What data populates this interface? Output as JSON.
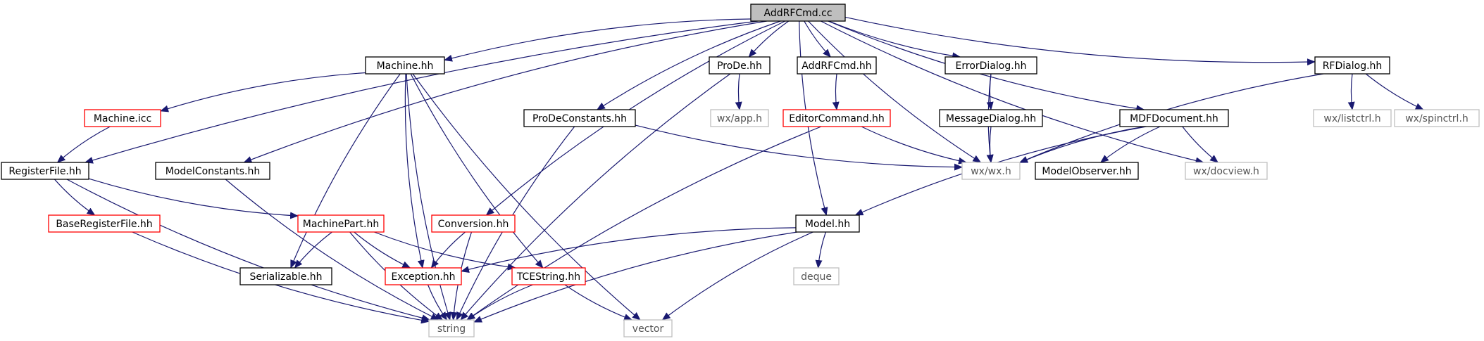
{
  "colors": {
    "edge": "#191970",
    "box_normal": "#000000",
    "box_incomplete": "#ff0000",
    "box_external": "#bfbfbf",
    "root_fill": "#bfbfbf",
    "background": "#ffffff"
  },
  "nodes": [
    {
      "id": "addrfcmd_cc",
      "label": "AddRFCmd.cc",
      "style": "root"
    },
    {
      "id": "machine_hh",
      "label": "Machine.hh",
      "style": "normal"
    },
    {
      "id": "prode_hh",
      "label": "ProDe.hh",
      "style": "normal"
    },
    {
      "id": "addrfcmd_hh",
      "label": "AddRFCmd.hh",
      "style": "normal"
    },
    {
      "id": "errordialog_hh",
      "label": "ErrorDialog.hh",
      "style": "normal"
    },
    {
      "id": "rfdialog_hh",
      "label": "RFDialog.hh",
      "style": "normal"
    },
    {
      "id": "machine_icc",
      "label": "Machine.icc",
      "style": "incomplete"
    },
    {
      "id": "wx_app_h",
      "label": "wx/app.h",
      "style": "external"
    },
    {
      "id": "prodeconstants_hh",
      "label": "ProDeConstants.hh",
      "style": "normal"
    },
    {
      "id": "editorcommand_hh",
      "label": "EditorCommand.hh",
      "style": "incomplete"
    },
    {
      "id": "messagedialog_hh",
      "label": "MessageDialog.hh",
      "style": "normal"
    },
    {
      "id": "mdfdocument_hh",
      "label": "MDFDocument.hh",
      "style": "normal"
    },
    {
      "id": "wx_listctrl_h",
      "label": "wx/listctrl.h",
      "style": "external"
    },
    {
      "id": "wx_spinctrl_h",
      "label": "wx/spinctrl.h",
      "style": "external"
    },
    {
      "id": "registerfile_hh",
      "label": "RegisterFile.hh",
      "style": "normal"
    },
    {
      "id": "modelconstants_hh",
      "label": "ModelConstants.hh",
      "style": "normal"
    },
    {
      "id": "wx_wx_h",
      "label": "wx/wx.h",
      "style": "external"
    },
    {
      "id": "modelobserver_hh",
      "label": "ModelObserver.hh",
      "style": "normal"
    },
    {
      "id": "wx_docview_h",
      "label": "wx/docview.h",
      "style": "external"
    },
    {
      "id": "baseregisterfile_hh",
      "label": "BaseRegisterFile.hh",
      "style": "incomplete"
    },
    {
      "id": "machinepart_hh",
      "label": "MachinePart.hh",
      "style": "incomplete"
    },
    {
      "id": "conversion_hh",
      "label": "Conversion.hh",
      "style": "incomplete"
    },
    {
      "id": "model_hh",
      "label": "Model.hh",
      "style": "normal"
    },
    {
      "id": "serializable_hh",
      "label": "Serializable.hh",
      "style": "normal"
    },
    {
      "id": "exception_hh",
      "label": "Exception.hh",
      "style": "incomplete"
    },
    {
      "id": "tcestring_hh",
      "label": "TCEString.hh",
      "style": "incomplete"
    },
    {
      "id": "deque",
      "label": "deque",
      "style": "external"
    },
    {
      "id": "string",
      "label": "string",
      "style": "external"
    },
    {
      "id": "vector",
      "label": "vector",
      "style": "external"
    }
  ],
  "edges": [
    [
      "addrfcmd_cc",
      "machine_hh"
    ],
    [
      "addrfcmd_cc",
      "prode_hh"
    ],
    [
      "addrfcmd_cc",
      "addrfcmd_hh"
    ],
    [
      "addrfcmd_cc",
      "errordialog_hh"
    ],
    [
      "addrfcmd_cc",
      "rfdialog_hh"
    ],
    [
      "addrfcmd_cc",
      "prodeconstants_hh"
    ],
    [
      "addrfcmd_cc",
      "mdfdocument_hh"
    ],
    [
      "addrfcmd_cc",
      "registerfile_hh"
    ],
    [
      "addrfcmd_cc",
      "modelconstants_hh"
    ],
    [
      "addrfcmd_cc",
      "wx_wx_h"
    ],
    [
      "addrfcmd_cc",
      "wx_docview_h"
    ],
    [
      "addrfcmd_cc",
      "conversion_hh"
    ],
    [
      "addrfcmd_cc",
      "model_hh"
    ],
    [
      "machine_hh",
      "machine_icc"
    ],
    [
      "machine_hh",
      "string"
    ],
    [
      "machine_hh",
      "serializable_hh"
    ],
    [
      "machine_hh",
      "exception_hh"
    ],
    [
      "machine_hh",
      "tcestring_hh"
    ],
    [
      "machine_hh",
      "vector"
    ],
    [
      "machine_icc",
      "registerfile_hh"
    ],
    [
      "prode_hh",
      "wx_app_h"
    ],
    [
      "prode_hh",
      "string"
    ],
    [
      "addrfcmd_hh",
      "editorcommand_hh"
    ],
    [
      "editorcommand_hh",
      "wx_wx_h"
    ],
    [
      "editorcommand_hh",
      "string"
    ],
    [
      "errordialog_hh",
      "messagedialog_hh"
    ],
    [
      "errordialog_hh",
      "wx_wx_h"
    ],
    [
      "messagedialog_hh",
      "wx_wx_h"
    ],
    [
      "rfdialog_hh",
      "wx_wx_h"
    ],
    [
      "rfdialog_hh",
      "wx_listctrl_h"
    ],
    [
      "rfdialog_hh",
      "wx_spinctrl_h"
    ],
    [
      "prodeconstants_hh",
      "wx_wx_h"
    ],
    [
      "prodeconstants_hh",
      "string"
    ],
    [
      "mdfdocument_hh",
      "wx_wx_h"
    ],
    [
      "mdfdocument_hh",
      "modelobserver_hh"
    ],
    [
      "mdfdocument_hh",
      "wx_docview_h"
    ],
    [
      "mdfdocument_hh",
      "model_hh"
    ],
    [
      "registerfile_hh",
      "baseregisterfile_hh"
    ],
    [
      "registerfile_hh",
      "machinepart_hh"
    ],
    [
      "registerfile_hh",
      "string"
    ],
    [
      "baseregisterfile_hh",
      "string"
    ],
    [
      "modelconstants_hh",
      "string"
    ],
    [
      "machinepart_hh",
      "serializable_hh"
    ],
    [
      "machinepart_hh",
      "exception_hh"
    ],
    [
      "machinepart_hh",
      "tcestring_hh"
    ],
    [
      "machinepart_hh",
      "string"
    ],
    [
      "conversion_hh",
      "exception_hh"
    ],
    [
      "conversion_hh",
      "string"
    ],
    [
      "model_hh",
      "exception_hh"
    ],
    [
      "model_hh",
      "deque"
    ],
    [
      "model_hh",
      "string"
    ],
    [
      "model_hh",
      "vector"
    ],
    [
      "exception_hh",
      "string"
    ],
    [
      "tcestring_hh",
      "string"
    ],
    [
      "tcestring_hh",
      "vector"
    ]
  ]
}
